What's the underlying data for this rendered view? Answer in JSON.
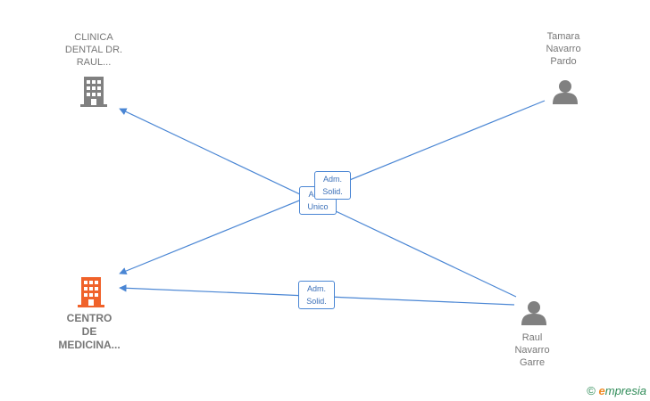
{
  "colors": {
    "edge": "#4a86d4",
    "person": "#808080",
    "company_gray": "#808080",
    "company_focus": "#f0622a"
  },
  "nodes": {
    "clinica": {
      "label_lines": [
        "CLINICA",
        "DENTAL DR.",
        "RAUL..."
      ],
      "icon": "building-icon"
    },
    "centro": {
      "label_lines": [
        "CENTRO",
        "DE",
        "MEDICINA..."
      ],
      "icon": "building-icon"
    },
    "tamara": {
      "label_lines": [
        "Tamara",
        "Navarro",
        "Pardo"
      ],
      "icon": "person-icon"
    },
    "raul": {
      "label_lines": [
        "Raul",
        "Navarro",
        "Garre"
      ],
      "icon": "person-icon"
    }
  },
  "edges": {
    "raul_to_clinica": {
      "label_lines": [
        "Adm.",
        "Unico"
      ]
    },
    "tamara_to_centro": {
      "label_lines": [
        "Adm.",
        "Solid."
      ]
    },
    "raul_to_centro": {
      "label_lines": [
        "Adm.",
        "Solid."
      ]
    }
  },
  "brand": {
    "copyright": "©",
    "e": "e",
    "rest": "mpresia"
  }
}
